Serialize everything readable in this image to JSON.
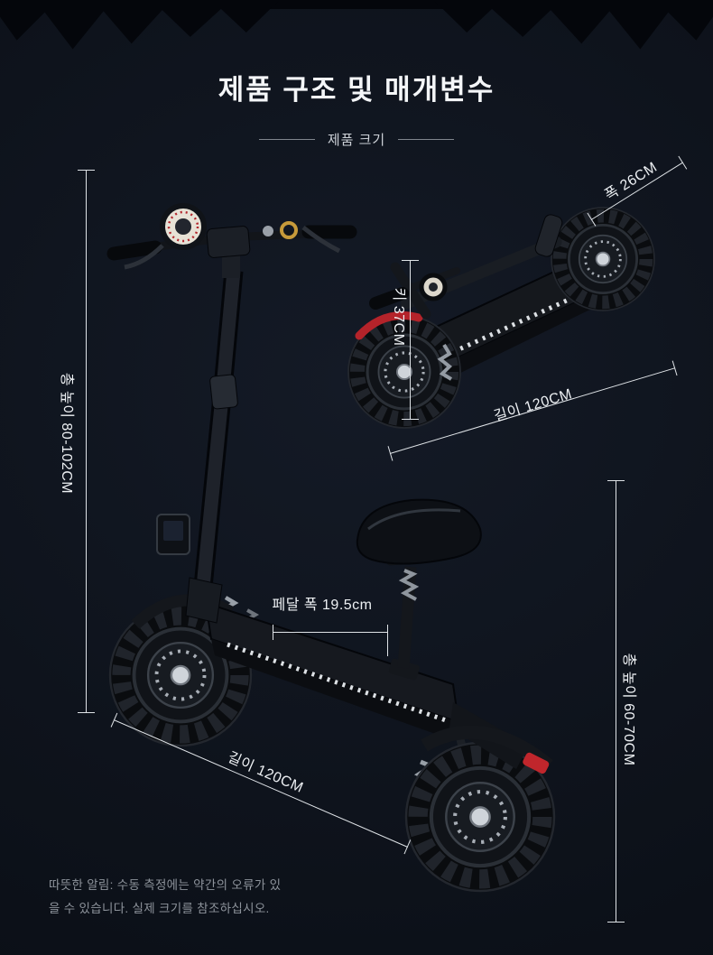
{
  "page": {
    "title": "제품 구조 및 매개변수",
    "subtitle": "제품 크기",
    "note_line1": "따뜻한 알림: 수동 측정에는 약간의 오류가 있",
    "note_line2": "을 수 있습니다. 실제 크기를 참조하십시오."
  },
  "measurements": {
    "width_folded": "폭 26CM",
    "height_folded": "키 37CM",
    "length_folded": "길이 120CM",
    "total_height_main": "총 높이 80-102CM",
    "pedal_width": "페달 폭 19.5cm",
    "seat_height_right": "총 높이 60-70CM",
    "length_main": "길이 120CM"
  },
  "colors": {
    "background": "#0e131c",
    "measure_line": "#dfe3e7",
    "label_text": "#eef1f4",
    "accent_red": "#b4232a",
    "note_text": "#8d939b"
  }
}
